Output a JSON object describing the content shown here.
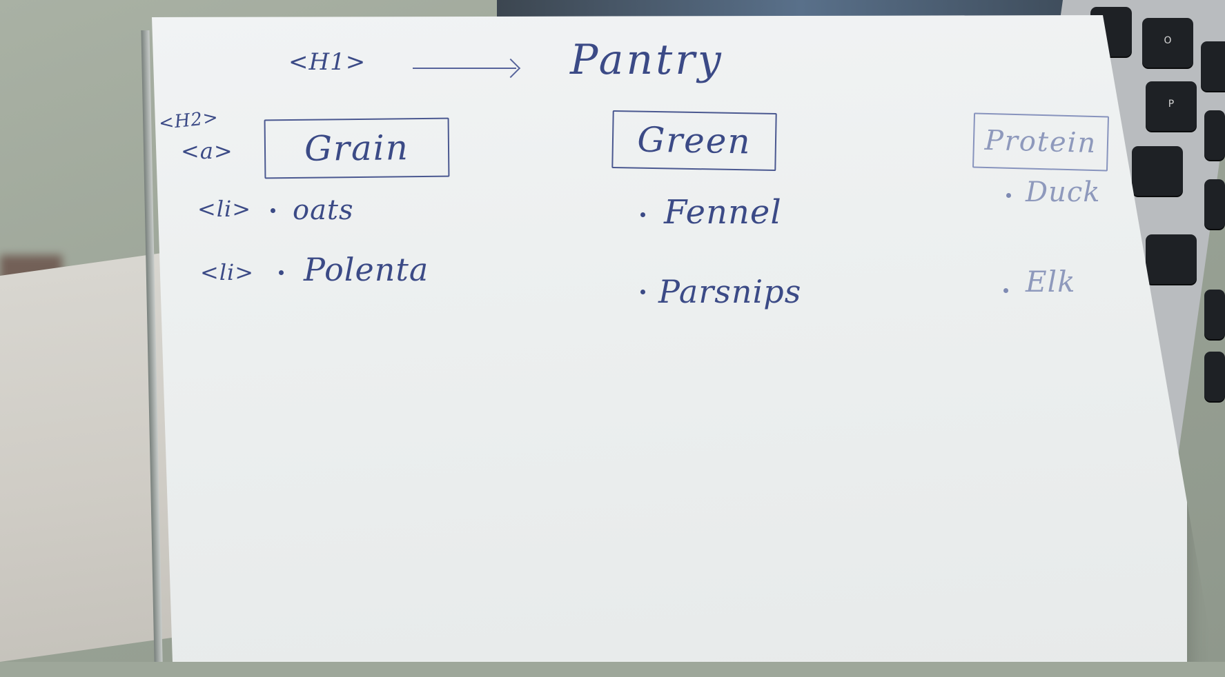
{
  "sketch": {
    "annotations": {
      "h1": "<H1>",
      "h2": "<H2>",
      "a": "<a>",
      "li_1": "<li>",
      "li_2": "<li>"
    },
    "title": "Pantry",
    "columns": [
      {
        "heading": "Grain",
        "items": [
          "oats",
          "Polenta"
        ]
      },
      {
        "heading": "Green",
        "items": [
          "Fennel",
          "Parsnips"
        ]
      },
      {
        "heading": "Protein",
        "items": [
          "Duck",
          "Elk"
        ]
      }
    ]
  },
  "laptop_keys": [
    "O",
    "P"
  ],
  "colors": {
    "ink": "#3b4a86",
    "paper": "#eef1f1",
    "desk": "#9ea79a",
    "keys": "#1e2125"
  }
}
